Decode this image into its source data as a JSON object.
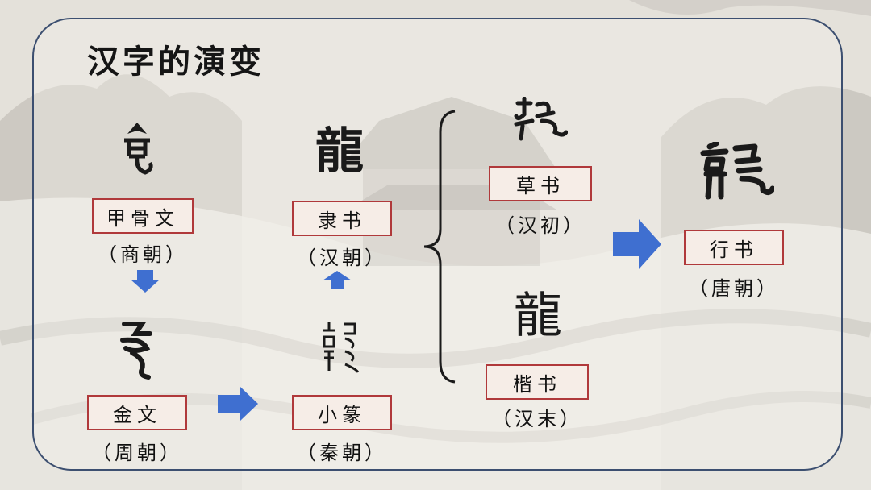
{
  "title": "汉字的演变",
  "stages": {
    "jiaguwen": {
      "label": "甲骨文",
      "dynasty": "（商朝）"
    },
    "jinwen": {
      "label": "金文",
      "dynasty": "（周朝）"
    },
    "xiaozhuan": {
      "label": "小篆",
      "dynasty": "（秦朝）"
    },
    "lishu": {
      "label": "隶书",
      "dynasty": "（汉朝）",
      "glyph": "龍"
    },
    "caoshu": {
      "label": "草书",
      "dynasty": "（汉初）"
    },
    "kaishu": {
      "label": "楷书",
      "dynasty": "（汉末）",
      "glyph": "龍"
    },
    "xingshu": {
      "label": "行书",
      "dynasty": "（唐朝）"
    }
  },
  "colors": {
    "arrow": "#3f6fd0",
    "label_border": "#b0393b",
    "label_bg": "#f6ede7",
    "frame": "#3c4f70"
  }
}
